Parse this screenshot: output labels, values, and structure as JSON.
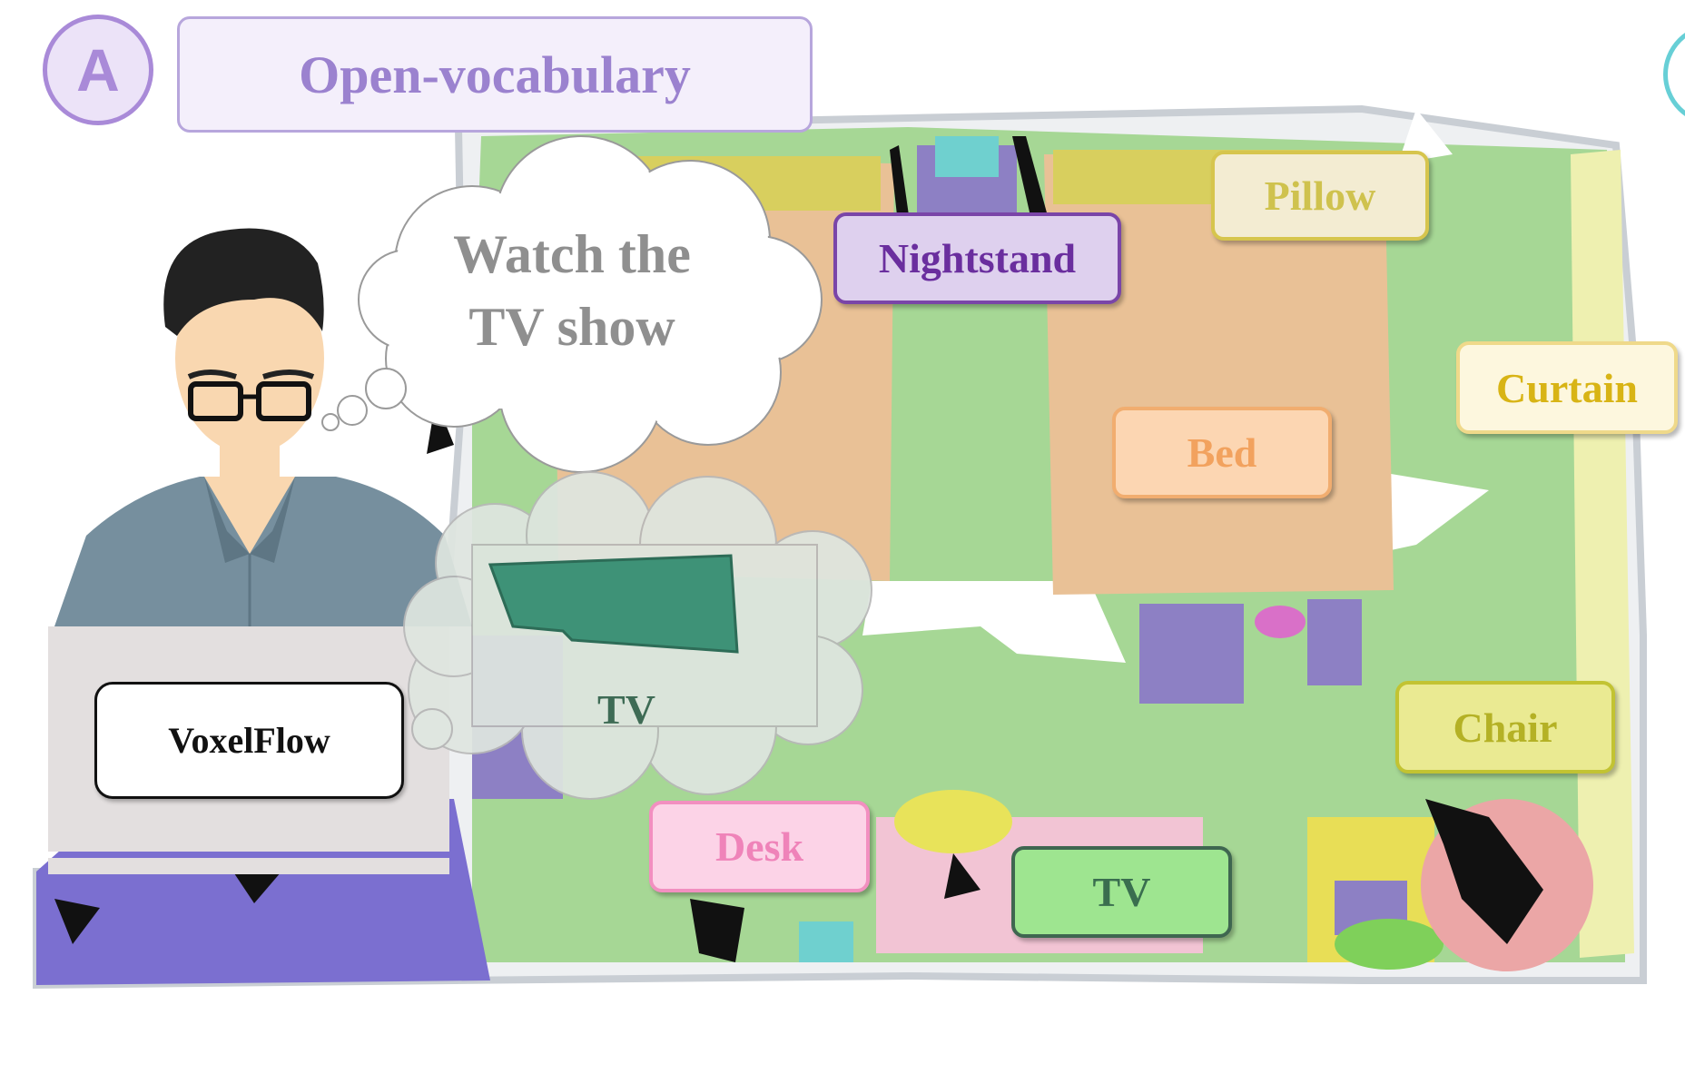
{
  "badge": {
    "letter": "A"
  },
  "title": "Open-vocabulary",
  "thought": {
    "line1": "Watch the",
    "line2": "TV show"
  },
  "tv_bubble_label": "TV",
  "laptop_label": "VoxelFlow",
  "labels": {
    "pillow": "Pillow",
    "nightstand": "Nightstand",
    "curtain": "Curtain",
    "bed": "Bed",
    "chair": "Chair",
    "desk": "Desk",
    "tv": "TV"
  },
  "colors": {
    "floor": "#a6d795",
    "bed": "#e9c196",
    "nightstand": "#8d80c4",
    "pillow": "#d8cf5e",
    "tv": "#3e9277",
    "desk": "#f2c4d4",
    "chair": "#e8de56",
    "badge_accent": "#a98ad8"
  }
}
